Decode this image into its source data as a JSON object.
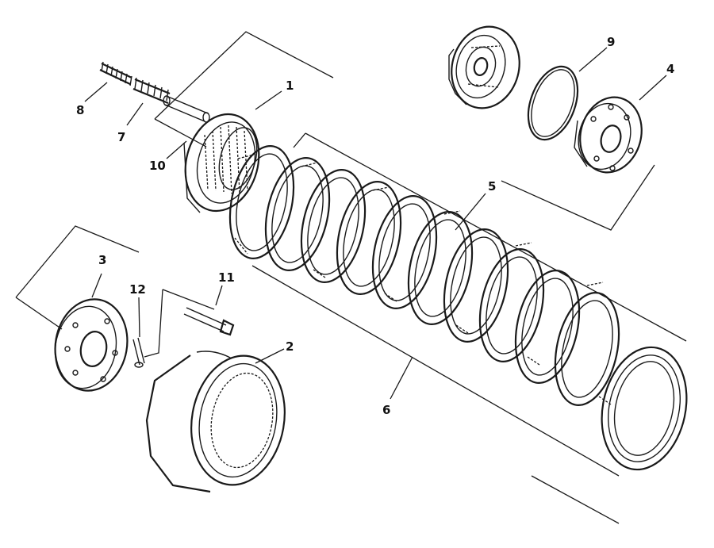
{
  "diagram": {
    "callouts": [
      {
        "id": "p1",
        "label": "1"
      },
      {
        "id": "p2",
        "label": "2"
      },
      {
        "id": "p3",
        "label": "3"
      },
      {
        "id": "p4",
        "label": "4"
      },
      {
        "id": "p5",
        "label": "5"
      },
      {
        "id": "p6",
        "label": "6"
      },
      {
        "id": "p7",
        "label": "7"
      },
      {
        "id": "p8",
        "label": "8"
      },
      {
        "id": "p9",
        "label": "9"
      },
      {
        "id": "p10",
        "label": "10"
      },
      {
        "id": "p11",
        "label": "11"
      },
      {
        "id": "p12",
        "label": "12"
      }
    ],
    "line_color": "#1a1a1a",
    "background": "#ffffff"
  }
}
